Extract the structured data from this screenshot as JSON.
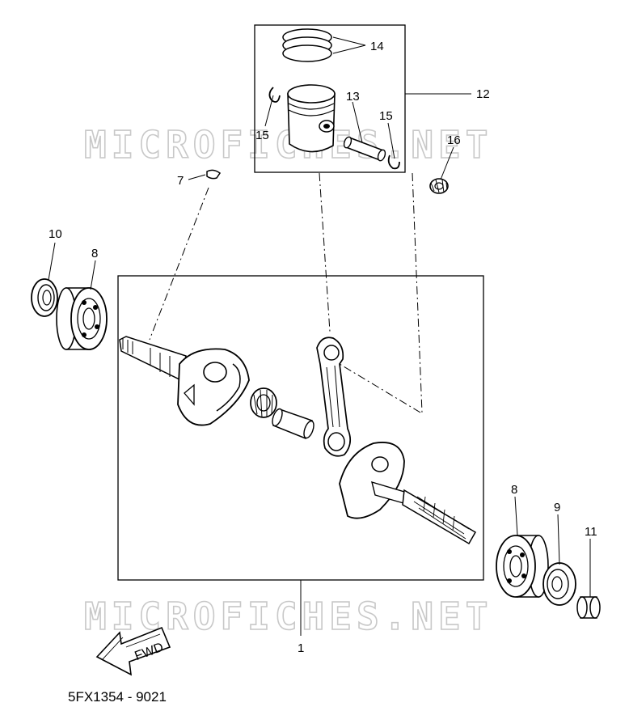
{
  "diagram": {
    "watermark": "MICROFICHES.NET",
    "fwd_label": "FWD",
    "drawing_code": "5FX1354 - 9021",
    "callouts": {
      "c1": "1",
      "c7": "7",
      "c8a": "8",
      "c8b": "8",
      "c9": "9",
      "c10": "10",
      "c11": "11",
      "c12": "12",
      "c13": "13",
      "c14": "14",
      "c15a": "15",
      "c15b": "15",
      "c16": "16"
    }
  }
}
